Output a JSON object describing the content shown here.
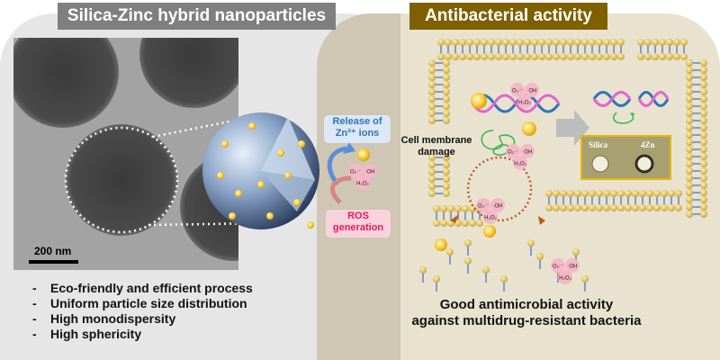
{
  "left_panel": {
    "title": "Silica-Zinc hybrid nanoparticles",
    "scale_bar": "200 nm",
    "bullets": [
      "Eco-friendly and efficient process",
      "Uniform particle size distribution",
      "High monodispersity",
      "High sphericity"
    ]
  },
  "middle": {
    "release_line1": "Release of",
    "release_line2": "Zn²⁺ ions",
    "ros_line1": "ROS",
    "ros_line2": "generation",
    "ros_species": [
      "O₂·⁻",
      "·OH",
      "H₂O₂"
    ]
  },
  "right_panel": {
    "title": "Antibacterial activity",
    "membrane_label_line1": "Cell membrane",
    "membrane_label_line2": "damage",
    "plate_labels": [
      "Silica",
      "4Zn"
    ],
    "conclusion_line1": "Good antimicrobial activity",
    "conclusion_line2": "against multidrug-resistant bacteria"
  },
  "colors": {
    "left_title_bg": "#7f7f7f",
    "right_title_bg": "#7f6000",
    "zinc_ion": "#f7c531",
    "ros_bubble": "#f6b8c6",
    "release_text": "#2e75b6",
    "ros_text": "#e6195e"
  }
}
